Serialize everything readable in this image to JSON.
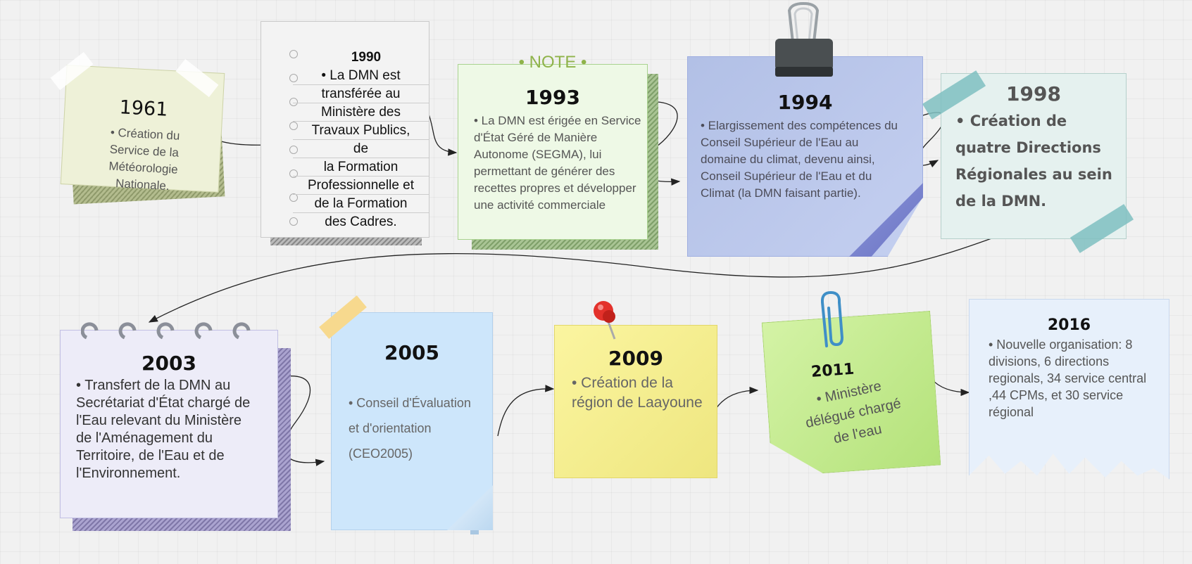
{
  "colors": {
    "accent": "#8fb34a",
    "arrow": "#222222"
  },
  "notes": [
    {
      "year": "1961",
      "text": "• Création du Service de la Météorologie Nationale."
    },
    {
      "year": "1990",
      "lines": [
        "• La DMN est",
        "transférée au",
        "Ministère des",
        "Travaux Publics,",
        "de",
        "la Formation",
        "Professionnelle et",
        "de la Formation",
        "des Cadres."
      ]
    },
    {
      "label": "NOTE",
      "year": "1993",
      "text": "• La DMN est érigée en Service d'État Géré de Manière Autonome (SEGMA), lui permettant de générer des recettes propres et développer une activité commerciale"
    },
    {
      "year": "1994",
      "text": "• Elargissement des compétences du Conseil Supérieur de l'Eau au domaine du climat, devenu ainsi, Conseil Supérieur de l'Eau et du Climat (la DMN  faisant partie)."
    },
    {
      "year": "1998",
      "text": "• Création de quatre Directions Régionales au sein de la DMN."
    },
    {
      "year": "2003",
      "text": "• Transfert de la DMN au Secrétariat d'État chargé de l'Eau relevant du Ministère de l'Aménagement du Territoire, de l'Eau et de l'Environnement."
    },
    {
      "year": "2005",
      "text": "• Conseil d'Évaluation et d'orientation (CEO2005)"
    },
    {
      "year": "2009",
      "text": "• Création de la région de Laayoune"
    },
    {
      "year": "2011",
      "text": "• Ministère délégué chargé de l'eau"
    },
    {
      "year": "2016",
      "text": "• Nouvelle organisation: 8 divisions, 6 directions regionals, 34 service central ,44 CPMs, et 30 service régional"
    }
  ],
  "icons": [
    "tape-icon",
    "notebook-rings-icon",
    "binder-clip-icon",
    "pushpin-icon",
    "paperclip-icon",
    "spiral-rings-icon"
  ]
}
